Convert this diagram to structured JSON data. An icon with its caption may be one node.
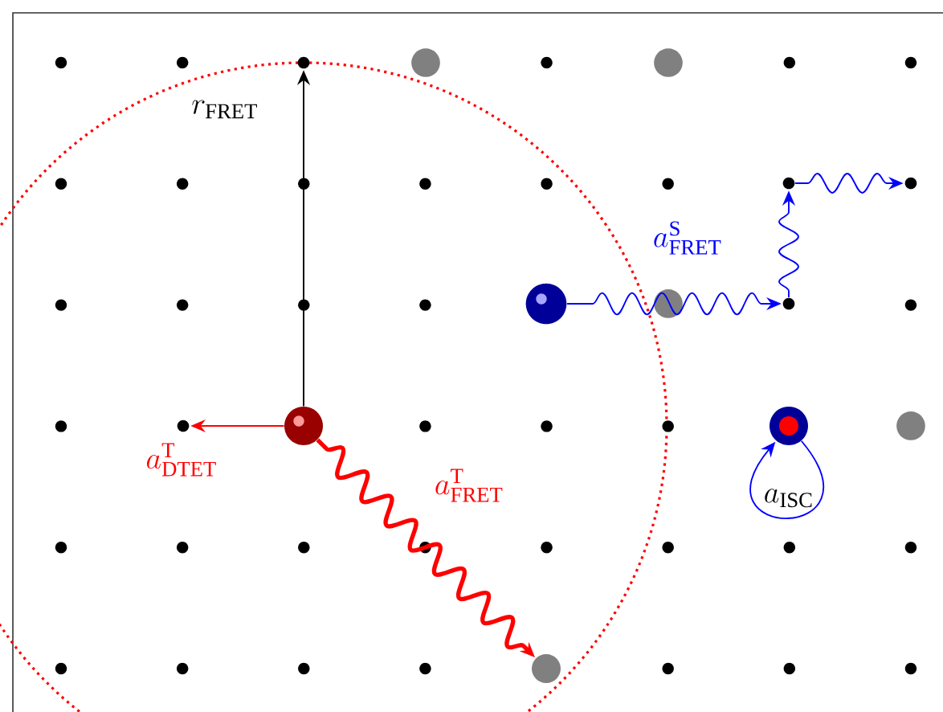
{
  "diagram": {
    "nodes": [
      {
        "text": [],
        "shape": "circle"
      },
      {
        "text": [],
        "shape": "circle"
      },
      {
        "text": [],
        "shape": "circle"
      },
      {
        "text": [],
        "shape": "circle"
      },
      {
        "text": [],
        "shape": "circle"
      },
      {
        "text": [],
        "shape": "circle"
      },
      {
        "text": [],
        "shape": "circle"
      },
      {
        "text": [],
        "shape": "circle"
      },
      {
        "text": [],
        "shape": "circle"
      }
    ],
    "edges": [
      {
        "from": 0,
        "to": 1,
        "arrow": "to",
        "label": "r_{\\mathrm{FRET}}",
        "color": "#000000"
      },
      {
        "from": 0,
        "to": 2,
        "arrow": "to",
        "label": "a^{\\mathrm{T}}_{\\mathrm{DTET}}",
        "color": "#ff0000"
      },
      {
        "from": 0,
        "to": 3,
        "arrow": "to",
        "label": "a^{\\mathrm{T}}_{\\mathrm{FRET}}",
        "style": "thick",
        "color": "#ff0000"
      },
      {
        "from": 4,
        "to": 5,
        "arrow": "to",
        "label": "a^{\\mathrm{S}}_{\\mathrm{FRET}}",
        "color": "#0000ff"
      },
      {
        "from": 5,
        "to": 6,
        "arrow": "to",
        "color": "#0000ff"
      },
      {
        "from": 6,
        "to": 7,
        "arrow": "to",
        "color": "#0000ff"
      },
      {
        "from": 8,
        "to": 8,
        "arrow": "to",
        "label": "a_{\\mathrm{ISC}}",
        "color": "#0000ff"
      }
    ]
  }
}
